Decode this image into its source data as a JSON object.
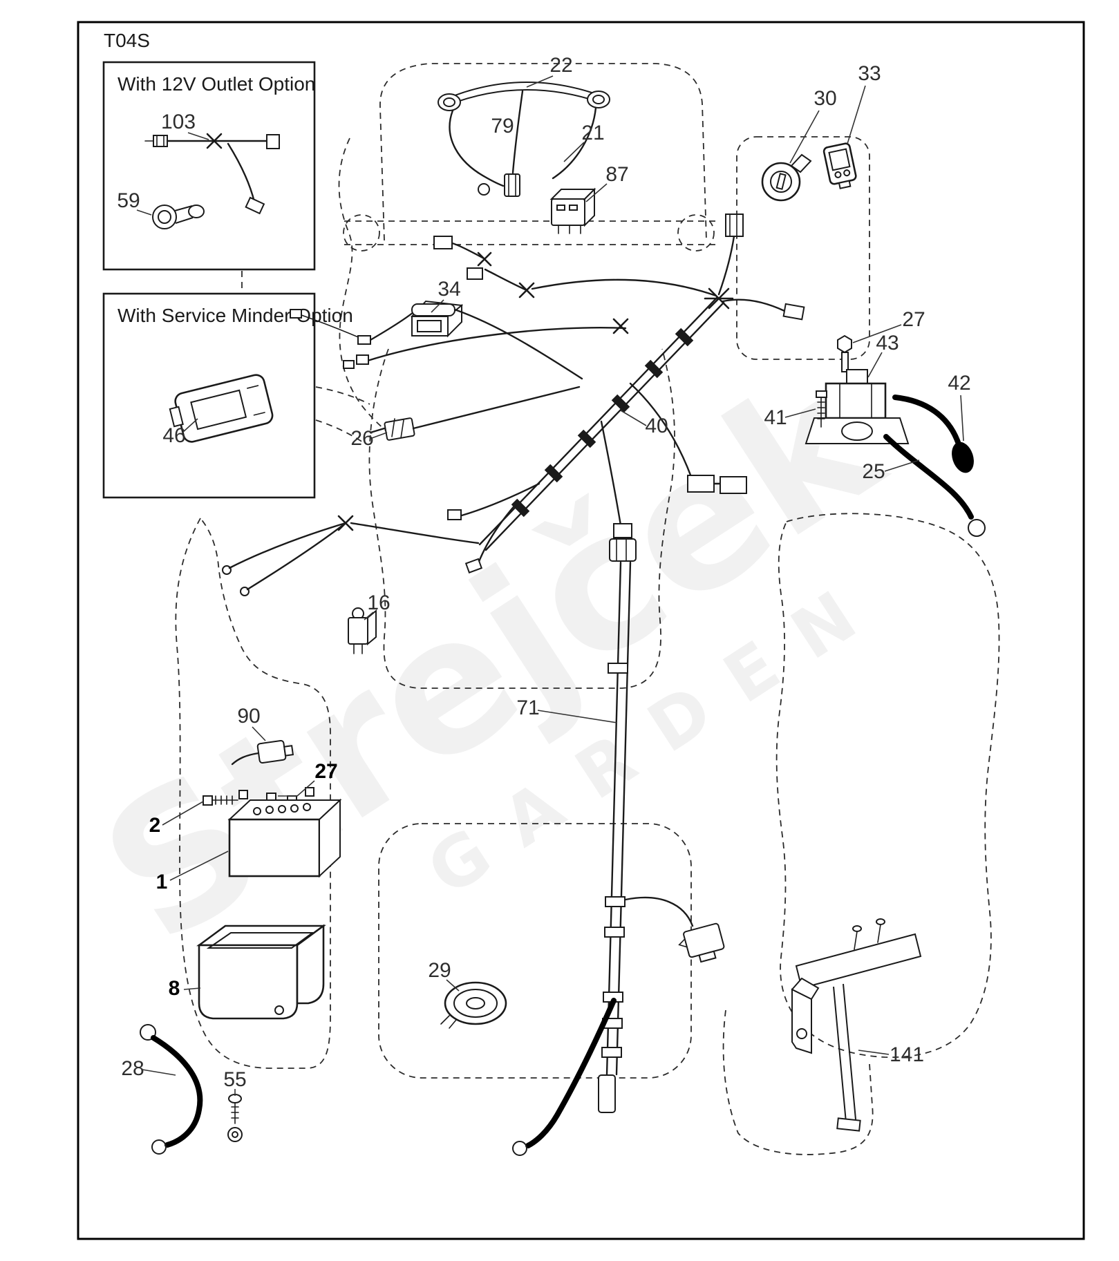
{
  "diagram": {
    "code": "T04S",
    "insets": {
      "outlet": {
        "title": "With 12V Outlet Option"
      },
      "service": {
        "title": "With Service Minder Option"
      }
    },
    "watermark": {
      "line1": "Strejček",
      "line2": "GARDEN"
    },
    "labels": {
      "p103": "103",
      "p59": "59",
      "p46": "46",
      "p22": "22",
      "p79": "79",
      "p21": "21",
      "p87": "87",
      "p30": "30",
      "p33": "33",
      "p34": "34",
      "p27_right": "27",
      "p43": "43",
      "p41": "41",
      "p42": "42",
      "p25": "25",
      "p40": "40",
      "p26": "26",
      "p16": "16",
      "p90": "90",
      "p27_battery": "27",
      "p2": "2",
      "p1": "1",
      "p8": "8",
      "p28": "28",
      "p55": "55",
      "p29": "29",
      "p71": "71",
      "p141": "141"
    }
  }
}
